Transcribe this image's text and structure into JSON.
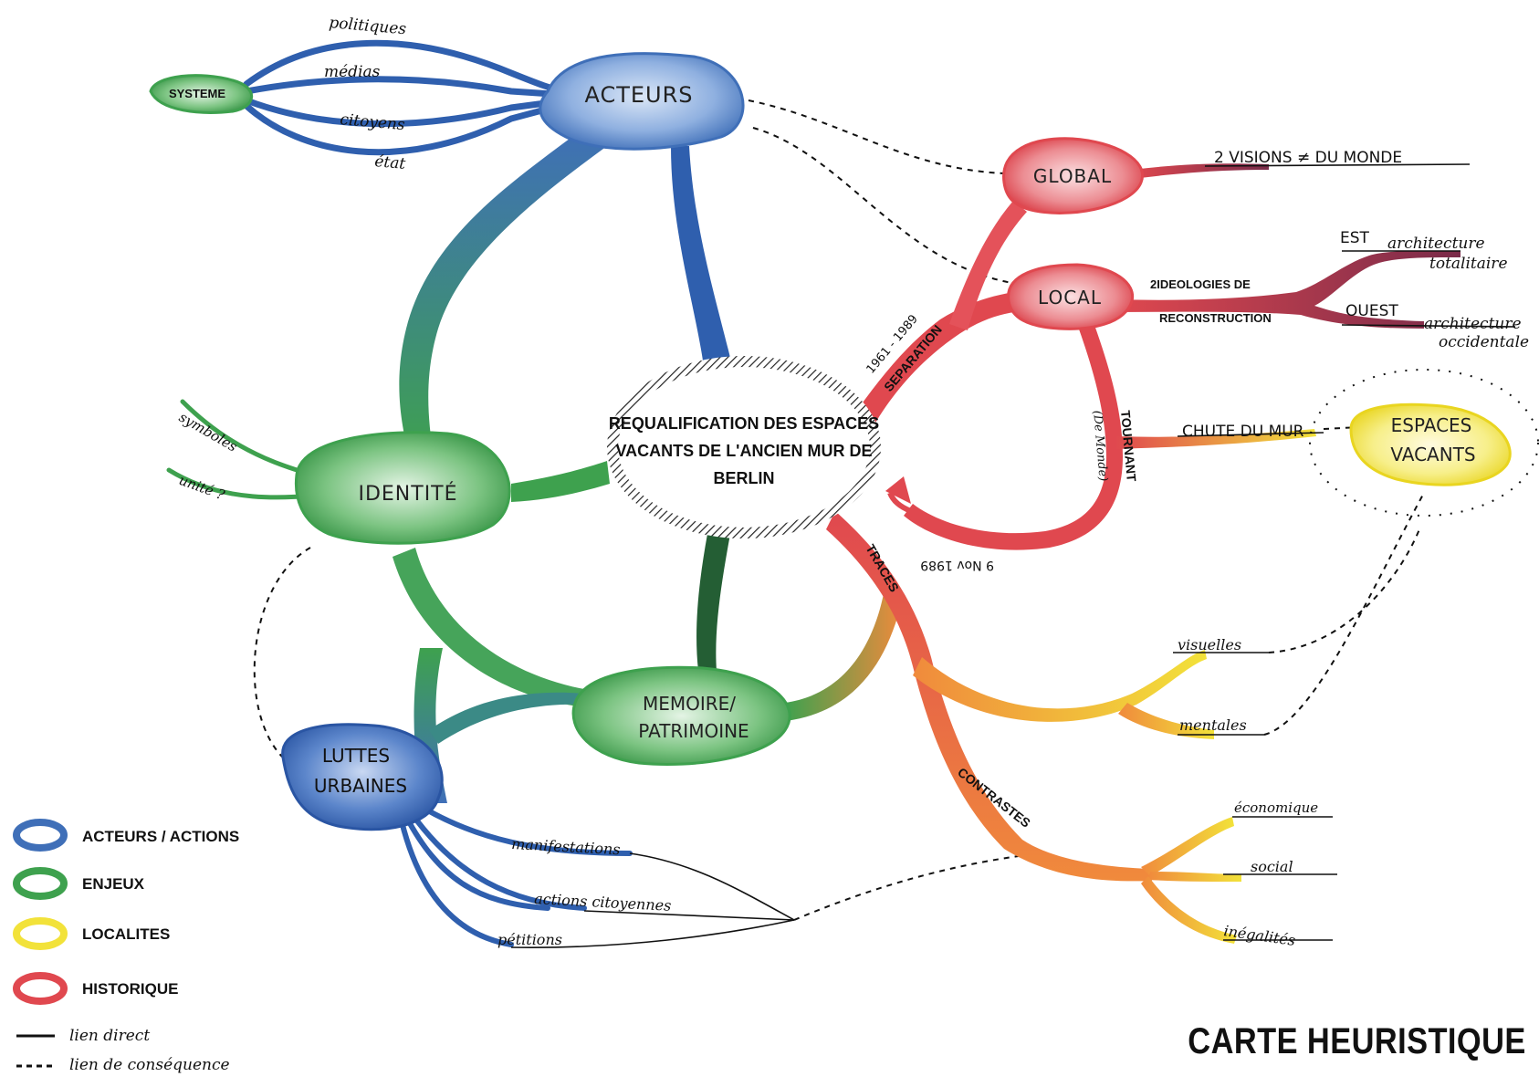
{
  "title": "CARTE HEURISTIQUE",
  "colors": {
    "acteurs": "#3f6fb8",
    "enjeux": "#3ea14e",
    "localites": "#f2e23a",
    "historique": "#e0484f",
    "orange": "#f08a3c",
    "purple": "#7a2b4a"
  },
  "center": {
    "line1": "REQUALIFICATION DES ESPACES",
    "line2": "VACANTS DE L'ANCIEN MUR DE",
    "line3": "BERLIN"
  },
  "nodes": {
    "acteurs": "ACTEURS",
    "systeme": "SYSTEME",
    "identite": "IDENTITÉ",
    "memoire_l1": "MEMOIRE/",
    "memoire_l2": "PATRIMOINE",
    "luttes_l1": "LUTTES",
    "luttes_l2": "URBAINES",
    "global": "GLOBAL",
    "local": "LOCAL",
    "espaces_l1": "ESPACES",
    "espaces_l2": "VACANTS"
  },
  "branch_labels": {
    "politiques": "politiques",
    "medias": "médias",
    "citoyens": "citoyens",
    "etat": "état",
    "symboles": "symboles",
    "unite": "unité ?",
    "deux_visions": "2 VISIONS ≠ DU MONDE",
    "ideologies_l1": "2IDEOLOGIES DE",
    "ideologies_l2": "RECONSTRUCTION",
    "est": "EST",
    "archi_est_l1": "architecture",
    "archi_est_l2": "totalitaire",
    "ouest": "OUEST",
    "archi_ouest_l1": "architecture",
    "archi_ouest_l2": "occidentale",
    "separation": "SEPARATION",
    "dates_sep": "1961 - 1989",
    "tournant": "TOURNANT",
    "de_monde": "(De Monde)",
    "nov_1989": "9 Nov 1989",
    "chute_du_mur": "CHUTE DU MUR",
    "traces": "TRACES",
    "visuelles": "visuelles",
    "mentales": "mentales",
    "contrastes": "CONTRASTES",
    "economique": "économique",
    "social": "social",
    "inegalites": "inégalités",
    "manifestations": "manifestations",
    "actions_citoyennes": "actions citoyennes",
    "petitions": "pétitions"
  },
  "legend": [
    {
      "label": "ACTEURS / ACTIONS",
      "color": "#3f6fb8"
    },
    {
      "label": "ENJEUX",
      "color": "#3ea14e"
    },
    {
      "label": "LOCALITES",
      "color": "#f2e23a"
    },
    {
      "label": "HISTORIQUE",
      "color": "#e0484f"
    }
  ],
  "line_legend": {
    "direct": "lien direct",
    "consequence": "lien de conséquence"
  }
}
